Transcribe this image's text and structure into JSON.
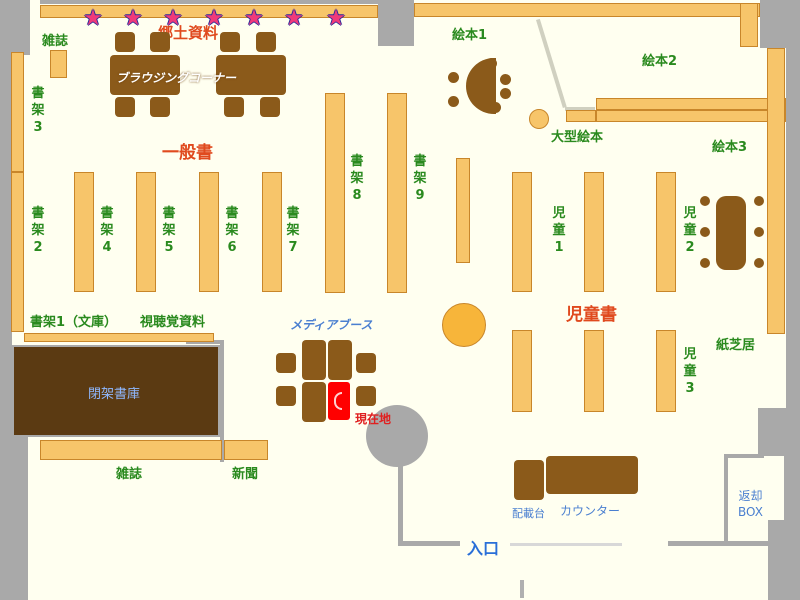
{
  "title_local_material": "郷土資料",
  "zones": {
    "general": "一般書",
    "children": "児童書",
    "browsing": "ブラウジングコーナー",
    "media_booth": "メディアブース",
    "closed_stack": "閉架書庫",
    "entrance": "入口"
  },
  "labels": {
    "magazine_top": "雑誌",
    "shelf1": "書架1（文庫）",
    "av": "視聴覚資料",
    "magazine_bottom": "雑誌",
    "newspaper": "新聞",
    "picturebook1": "絵本1",
    "picturebook2": "絵本2",
    "picturebook3": "絵本3",
    "big_picturebook": "大型絵本",
    "kamishibai": "紙芝居",
    "current_location": "現在地",
    "counter": "カウンター",
    "distribution": "配載台",
    "return_box": "返却\nBOX"
  },
  "vertical_labels": {
    "shelf2": "書\n架\n2",
    "shelf3": "書\n架\n3",
    "shelf4": "書\n架\n4",
    "shelf5": "書\n架\n5",
    "shelf6": "書\n架\n6",
    "shelf7": "書\n架\n7",
    "shelf8": "書\n架\n8",
    "shelf9": "書\n架\n9",
    "child1": "児\n童\n1",
    "child2": "児\n童\n2",
    "child3": "児\n童\n3"
  },
  "colors": {
    "shelf": "#f7c56a",
    "furniture": "#8b5a1a",
    "wall": "#a9a9a9",
    "green_label": "#2a8a1e",
    "red_label": "#e04a1e",
    "blue_label": "#4a7fd0",
    "current_marker": "#ff0000",
    "star": "#f03a7a"
  },
  "stars": 7
}
